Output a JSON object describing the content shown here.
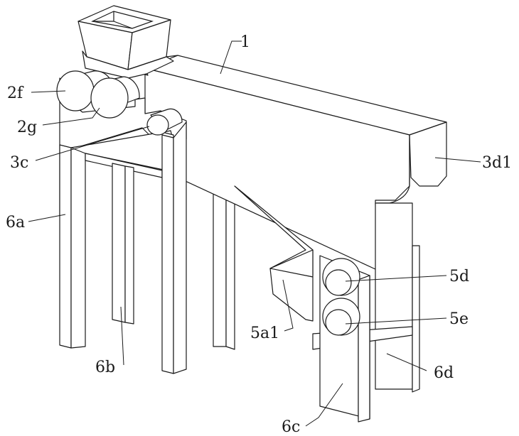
{
  "labels": {
    "l1": "1",
    "l2f": "2f",
    "l2g": "2g",
    "l3c": "3c",
    "l3d1": "3d1",
    "l6a": "6a",
    "l6b": "6b",
    "l5a1": "5a1",
    "l5d": "5d",
    "l5e": "5e",
    "l6c": "6c",
    "l6d": "6d"
  }
}
